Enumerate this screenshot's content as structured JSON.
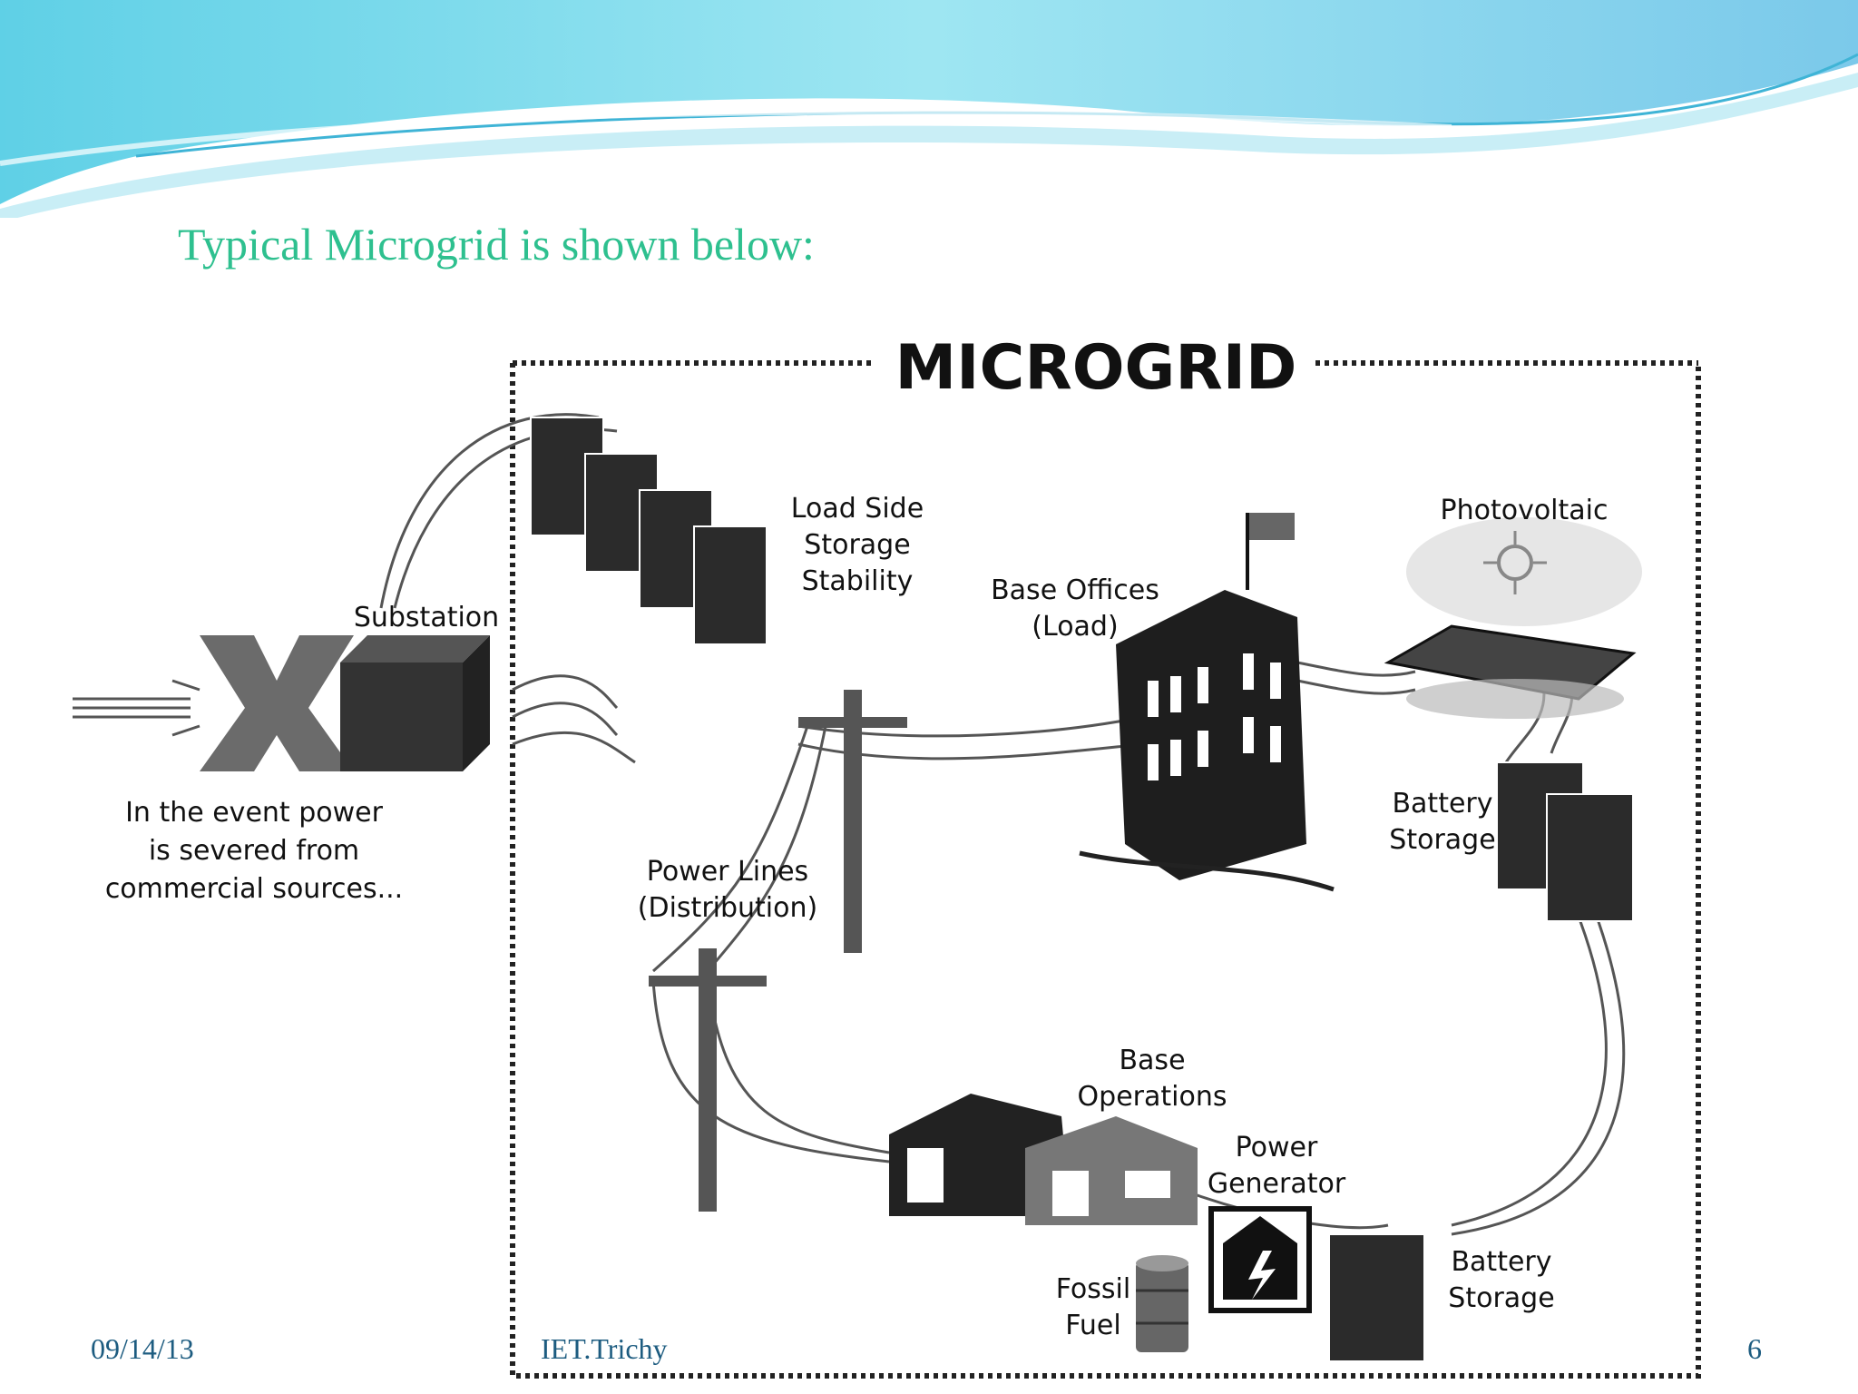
{
  "slide": {
    "title": "Typical Microgrid is shown below:",
    "footer": {
      "date": "09/14/13",
      "center": "IET.Trichy",
      "page": "6"
    },
    "colors": {
      "title": "#2ec08f",
      "footer": "#1d5c80",
      "wave": "#7fd8ec"
    }
  },
  "diagram": {
    "heading": "MICROGRID",
    "labels": {
      "substation": "Substation",
      "load_side_1": "Load Side",
      "load_side_2": "Storage",
      "load_side_3": "Stability",
      "base_offices_1": "Base Offices",
      "base_offices_2": "(Load)",
      "photovoltaic": "Photovoltaic",
      "battery_right_1": "Battery",
      "battery_right_2": "Storage",
      "event_1": "In the event power",
      "event_2": "is severed from",
      "event_3": "commercial sources...",
      "power_lines_1": "Power Lines",
      "power_lines_2": "(Distribution)",
      "base_ops_1": "Base",
      "base_ops_2": "Operations",
      "generator_1": "Power",
      "generator_2": "Generator",
      "fossil_1": "Fossil",
      "fossil_2": "Fuel",
      "battery_bottom_1": "Battery",
      "battery_bottom_2": "Storage"
    }
  }
}
